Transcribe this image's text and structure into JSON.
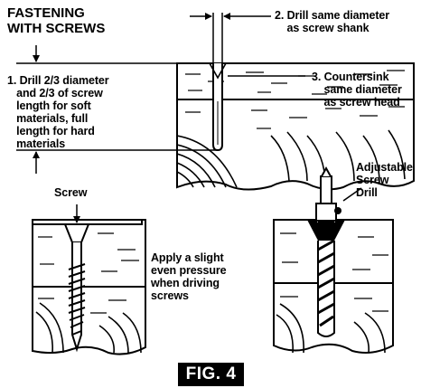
{
  "title": "FASTENING\nWITH SCREWS",
  "steps": {
    "step1": "1. Drill 2/3 diameter\n   and 2/3 of screw\n   length for soft\n   materials, full\n   length for hard\n   materials",
    "step2": "2. Drill same diameter\n    as screw shank",
    "step3": "3. Countersink\n    same diameter\n    as screw head"
  },
  "labels": {
    "screw": "Screw",
    "pressure": "Apply a slight\neven pressure\nwhen driving\nscrews",
    "adjustable_drill": "Adjustable\nScrew\nDrill"
  },
  "figure_label": "FIG. 4"
}
